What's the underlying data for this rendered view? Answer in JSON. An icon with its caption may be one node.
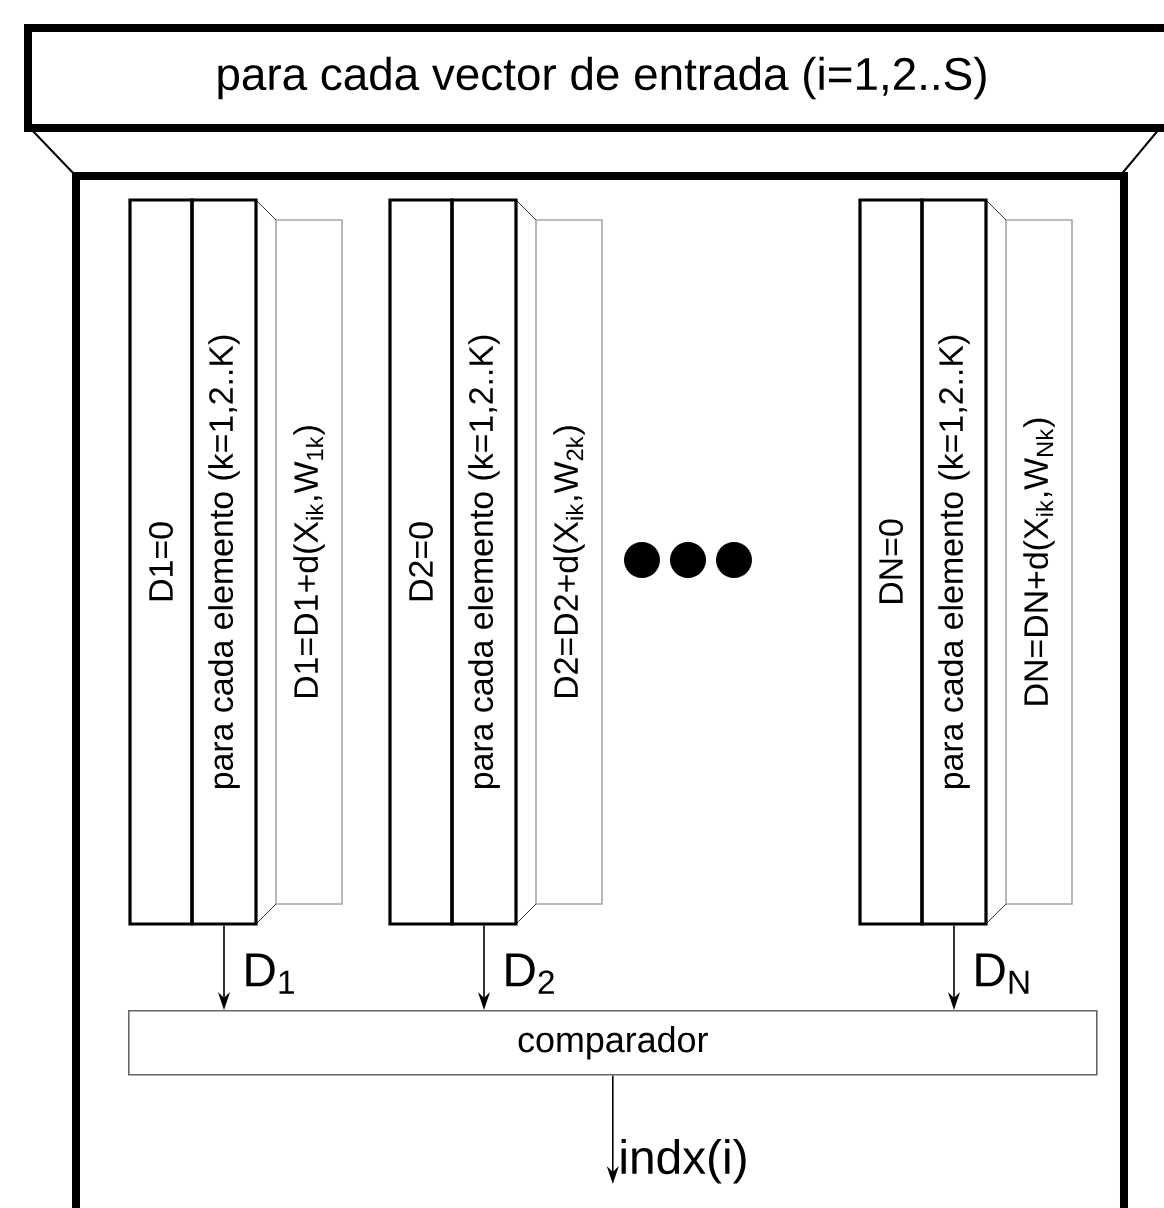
{
  "diagram": {
    "nodes": [
      {
        "text": [
          "para cada vector de entrada (i=1,2..S)"
        ]
      },
      {
        "text": [],
        "shape": "box"
      },
      {
        "text": [
          "D1=0"
        ],
        "in": 1
      },
      {
        "text": [
          "para cada elemento (k=1,2..K)"
        ],
        "in": 1
      },
      {
        "text": [
          "D1=D1+d(X$_{ik}$,W$_{1k}$)"
        ],
        "in": 1
      },
      {
        "text": [
          "D2=0"
        ],
        "in": 1
      },
      {
        "text": [
          "para cada elemento (k=1,2..K)"
        ],
        "in": 1
      },
      {
        "text": [
          "D2=D2+d(X$_{ik}$,W$_{2k}$)"
        ],
        "in": 1
      },
      {
        "text": [
          "DN=0"
        ],
        "in": 1
      },
      {
        "text": [
          "para cada elemento (k=1,2..K)"
        ],
        "in": 1
      },
      {
        "text": [
          "DN=DN+d(X$_{ik}$,W$_{Nk}$)"
        ],
        "in": 1
      },
      {
        "text": [
          "comparador"
        ],
        "in": 1
      },
      {
        "text": [
          "indx(i)"
        ],
        "in": 1
      }
    ],
    "edges": [
      {
        "from": 3,
        "to": 11,
        "arrow": "to",
        "label": "D$_{1}$"
      },
      {
        "from": 6,
        "to": 11,
        "arrow": "to",
        "label": "D$_{2}$"
      },
      {
        "from": 9,
        "to": 11,
        "arrow": "to",
        "label": "D$_{N}$"
      },
      {
        "from": 11,
        "to": 12,
        "arrow": "to"
      }
    ]
  }
}
